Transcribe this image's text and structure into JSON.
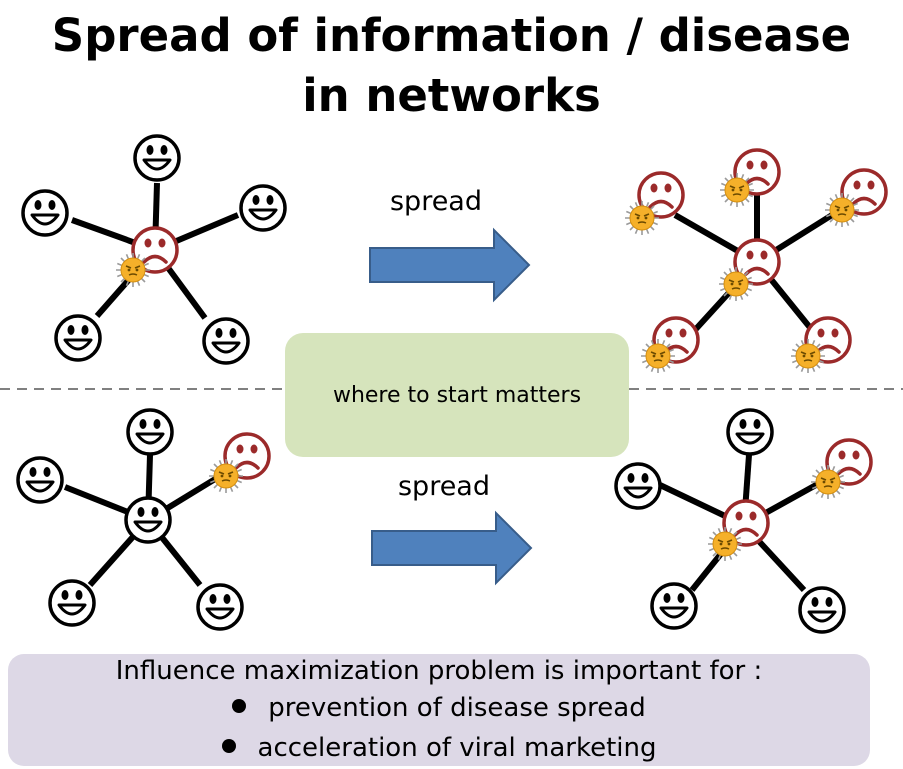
{
  "title": {
    "line1": "Spread of information / disease",
    "line2": "in networks"
  },
  "arrow_label_top": "spread",
  "arrow_label_bottom": "spread",
  "callout": "where to start matters",
  "summary": {
    "heading": "Influence maximization problem is important for :",
    "bullets": [
      "prevention of disease spread",
      "acceleration of viral marketing"
    ]
  },
  "colors": {
    "healthy_face": "#000000",
    "infected_face": "#9b2a2a",
    "virus": "#f5b02a",
    "arrow": "#4f81bd",
    "callout_bg": "#d6e4bc",
    "summary_bg": "#ddd8e6"
  },
  "icons": [
    "happy-face-icon",
    "sad-face-icon",
    "virus-icon",
    "right-arrow-icon"
  ]
}
